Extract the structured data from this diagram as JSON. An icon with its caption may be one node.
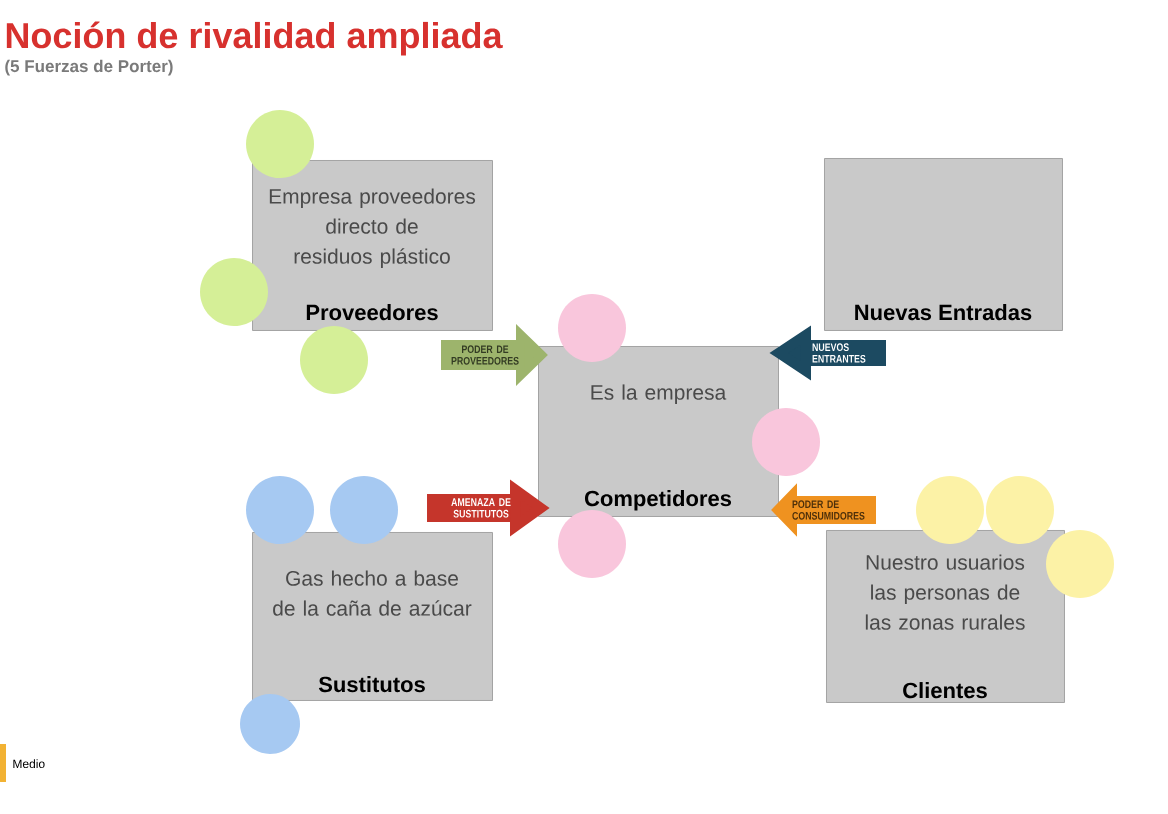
{
  "diagram": {
    "title": "Noción de rivalidad ampliada",
    "nodes": [
      {
        "text": [
          "Empresa proveedores directo de residuos plástico",
          "Proveedores"
        ]
      },
      {
        "text": [
          "Nuevas Entradas"
        ]
      },
      {
        "text": [
          "Es la empresa",
          "Competidores"
        ]
      },
      {
        "text": [
          "Gas hecho a base de la caña de azúcar",
          "Sustitutos"
        ]
      },
      {
        "text": [
          "Nuestro usuarios las personas de las zonas rurales",
          "Clientes"
        ]
      }
    ],
    "edges": [
      {
        "from": 0,
        "to": 2,
        "arrow": "to",
        "label": "PODER DE PROVEEDORES",
        "color": "#9db46c"
      },
      {
        "from": 1,
        "to": 2,
        "arrow": "to",
        "label": "NUEVOS ENTRANTES",
        "color": "#1c4a61"
      },
      {
        "from": 3,
        "to": 2,
        "arrow": "to",
        "label": "AMENAZA DE SUSTITUTOS",
        "color": "#c5352b"
      },
      {
        "from": 4,
        "to": 2,
        "arrow": "to",
        "label": "PODER DE CONSUMIDORES",
        "color": "#ef9220"
      }
    ],
    "labels": [
      "(5 Fuerzas de Porter)",
      "Medio"
    ]
  }
}
